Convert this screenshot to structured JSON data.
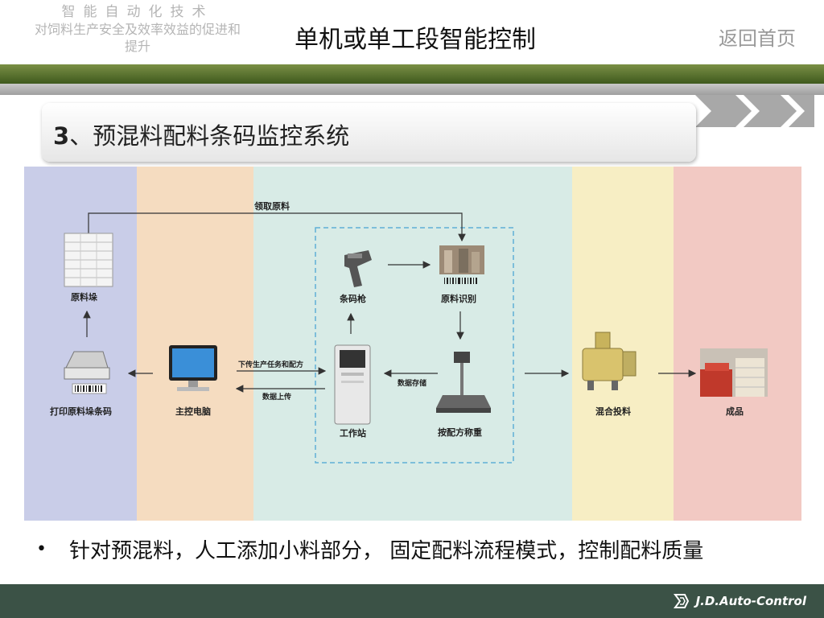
{
  "header": {
    "top_left_line1": "智能自动化技术",
    "top_left_line2": "对饲料生产安全及效率效益的促进和",
    "top_left_line3": "提升",
    "title": "单机或单工段智能控制",
    "home_link": "返回首页"
  },
  "section": {
    "number": "3",
    "title": "、预混料配料条码监控系统"
  },
  "diagram": {
    "colors": {
      "zone1": "#c9cde8",
      "zone2": "#f5dcc0",
      "zone3": "#d8ebe6",
      "zone4": "#f7eec4",
      "zone5": "#f2c9c3"
    },
    "labels": {
      "material_stack": "原料垛",
      "print_barcode": "打印原料垛条码",
      "main_pc": "主控电脑",
      "scanner": "条码枪",
      "material_id": "原料识别",
      "workstation": "工作站",
      "weighing": "按配方称重",
      "mixing": "混合投料",
      "product": "成品"
    },
    "flow": {
      "fetch": "领取原料",
      "download": "下传生产任务和配方",
      "upload": "数据上传",
      "store": "数据存储"
    }
  },
  "bullet": {
    "text": "针对预混料，人工添加小料部分， 固定配料流程模式，控制配料质量"
  },
  "footer": {
    "logo_text": "J.D.Auto-Control"
  }
}
